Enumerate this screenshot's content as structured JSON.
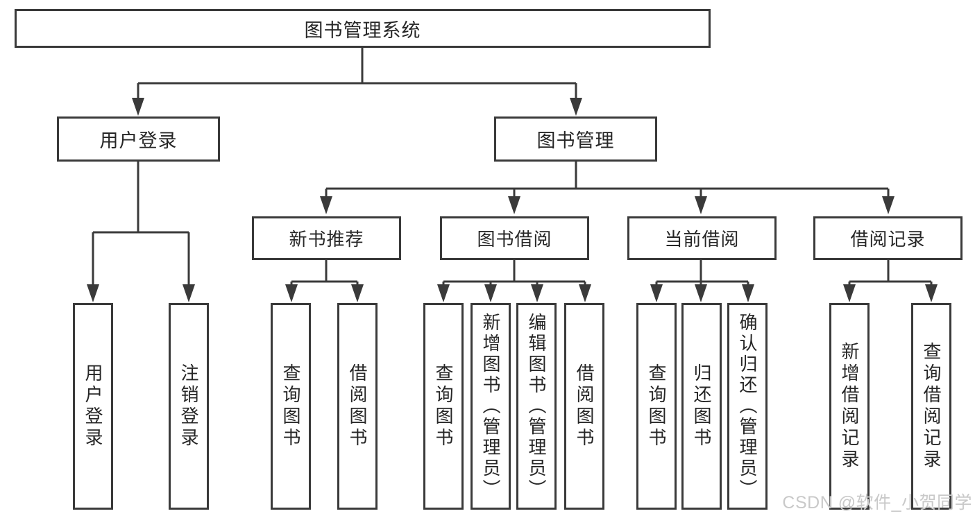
{
  "diagram": {
    "type": "tree",
    "root": {
      "label": "图书管理系统",
      "children": [
        {
          "label": "用户登录",
          "children": [
            {
              "label": "用户登录"
            },
            {
              "label": "注销登录"
            }
          ]
        },
        {
          "label": "图书管理",
          "children": [
            {
              "label": "新书推荐",
              "children": [
                {
                  "label": "查询图书"
                },
                {
                  "label": "借阅图书"
                }
              ]
            },
            {
              "label": "图书借阅",
              "children": [
                {
                  "label": "查询图书"
                },
                {
                  "label": "新增图书（管理员）"
                },
                {
                  "label": "编辑图书（管理员）"
                },
                {
                  "label": "借阅图书"
                }
              ]
            },
            {
              "label": "当前借阅",
              "children": [
                {
                  "label": "查询图书"
                },
                {
                  "label": "归还图书"
                },
                {
                  "label": "确认归还（管理员）"
                }
              ]
            },
            {
              "label": "借阅记录",
              "children": [
                {
                  "label": "新增借阅记录"
                },
                {
                  "label": "查询借阅记录"
                }
              ]
            }
          ]
        }
      ]
    }
  },
  "watermark": {
    "text": "CSDN @软件_小贺同学"
  },
  "colors": {
    "line": "#3a3a3a",
    "text": "#262626",
    "watermark": "#c9c9c9",
    "background": "#ffffff"
  }
}
